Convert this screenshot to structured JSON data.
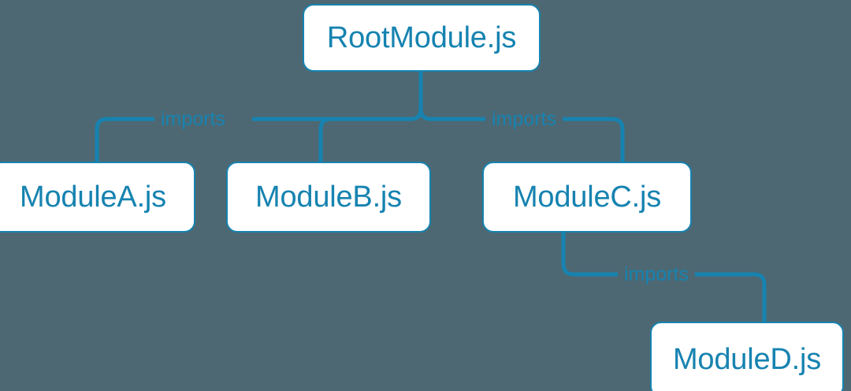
{
  "diagram": {
    "type": "module-dependency-graph",
    "background_color": "#4d6873",
    "accent_color": "#1683b0",
    "node_fill_color": "#ffffff",
    "nodes": [
      {
        "id": "root",
        "label": "RootModule.js"
      },
      {
        "id": "moduleA",
        "label": "ModuleA.js"
      },
      {
        "id": "moduleB",
        "label": "ModuleB.js"
      },
      {
        "id": "moduleC",
        "label": "ModuleC.js"
      },
      {
        "id": "moduleD",
        "label": "ModuleD.js"
      }
    ],
    "edges": [
      {
        "from": "root",
        "to": "moduleA",
        "label": "imports"
      },
      {
        "from": "root",
        "to": "moduleB",
        "label": ""
      },
      {
        "from": "root",
        "to": "moduleC",
        "label": "imports"
      },
      {
        "from": "moduleC",
        "to": "moduleD",
        "label": "imports"
      }
    ]
  }
}
